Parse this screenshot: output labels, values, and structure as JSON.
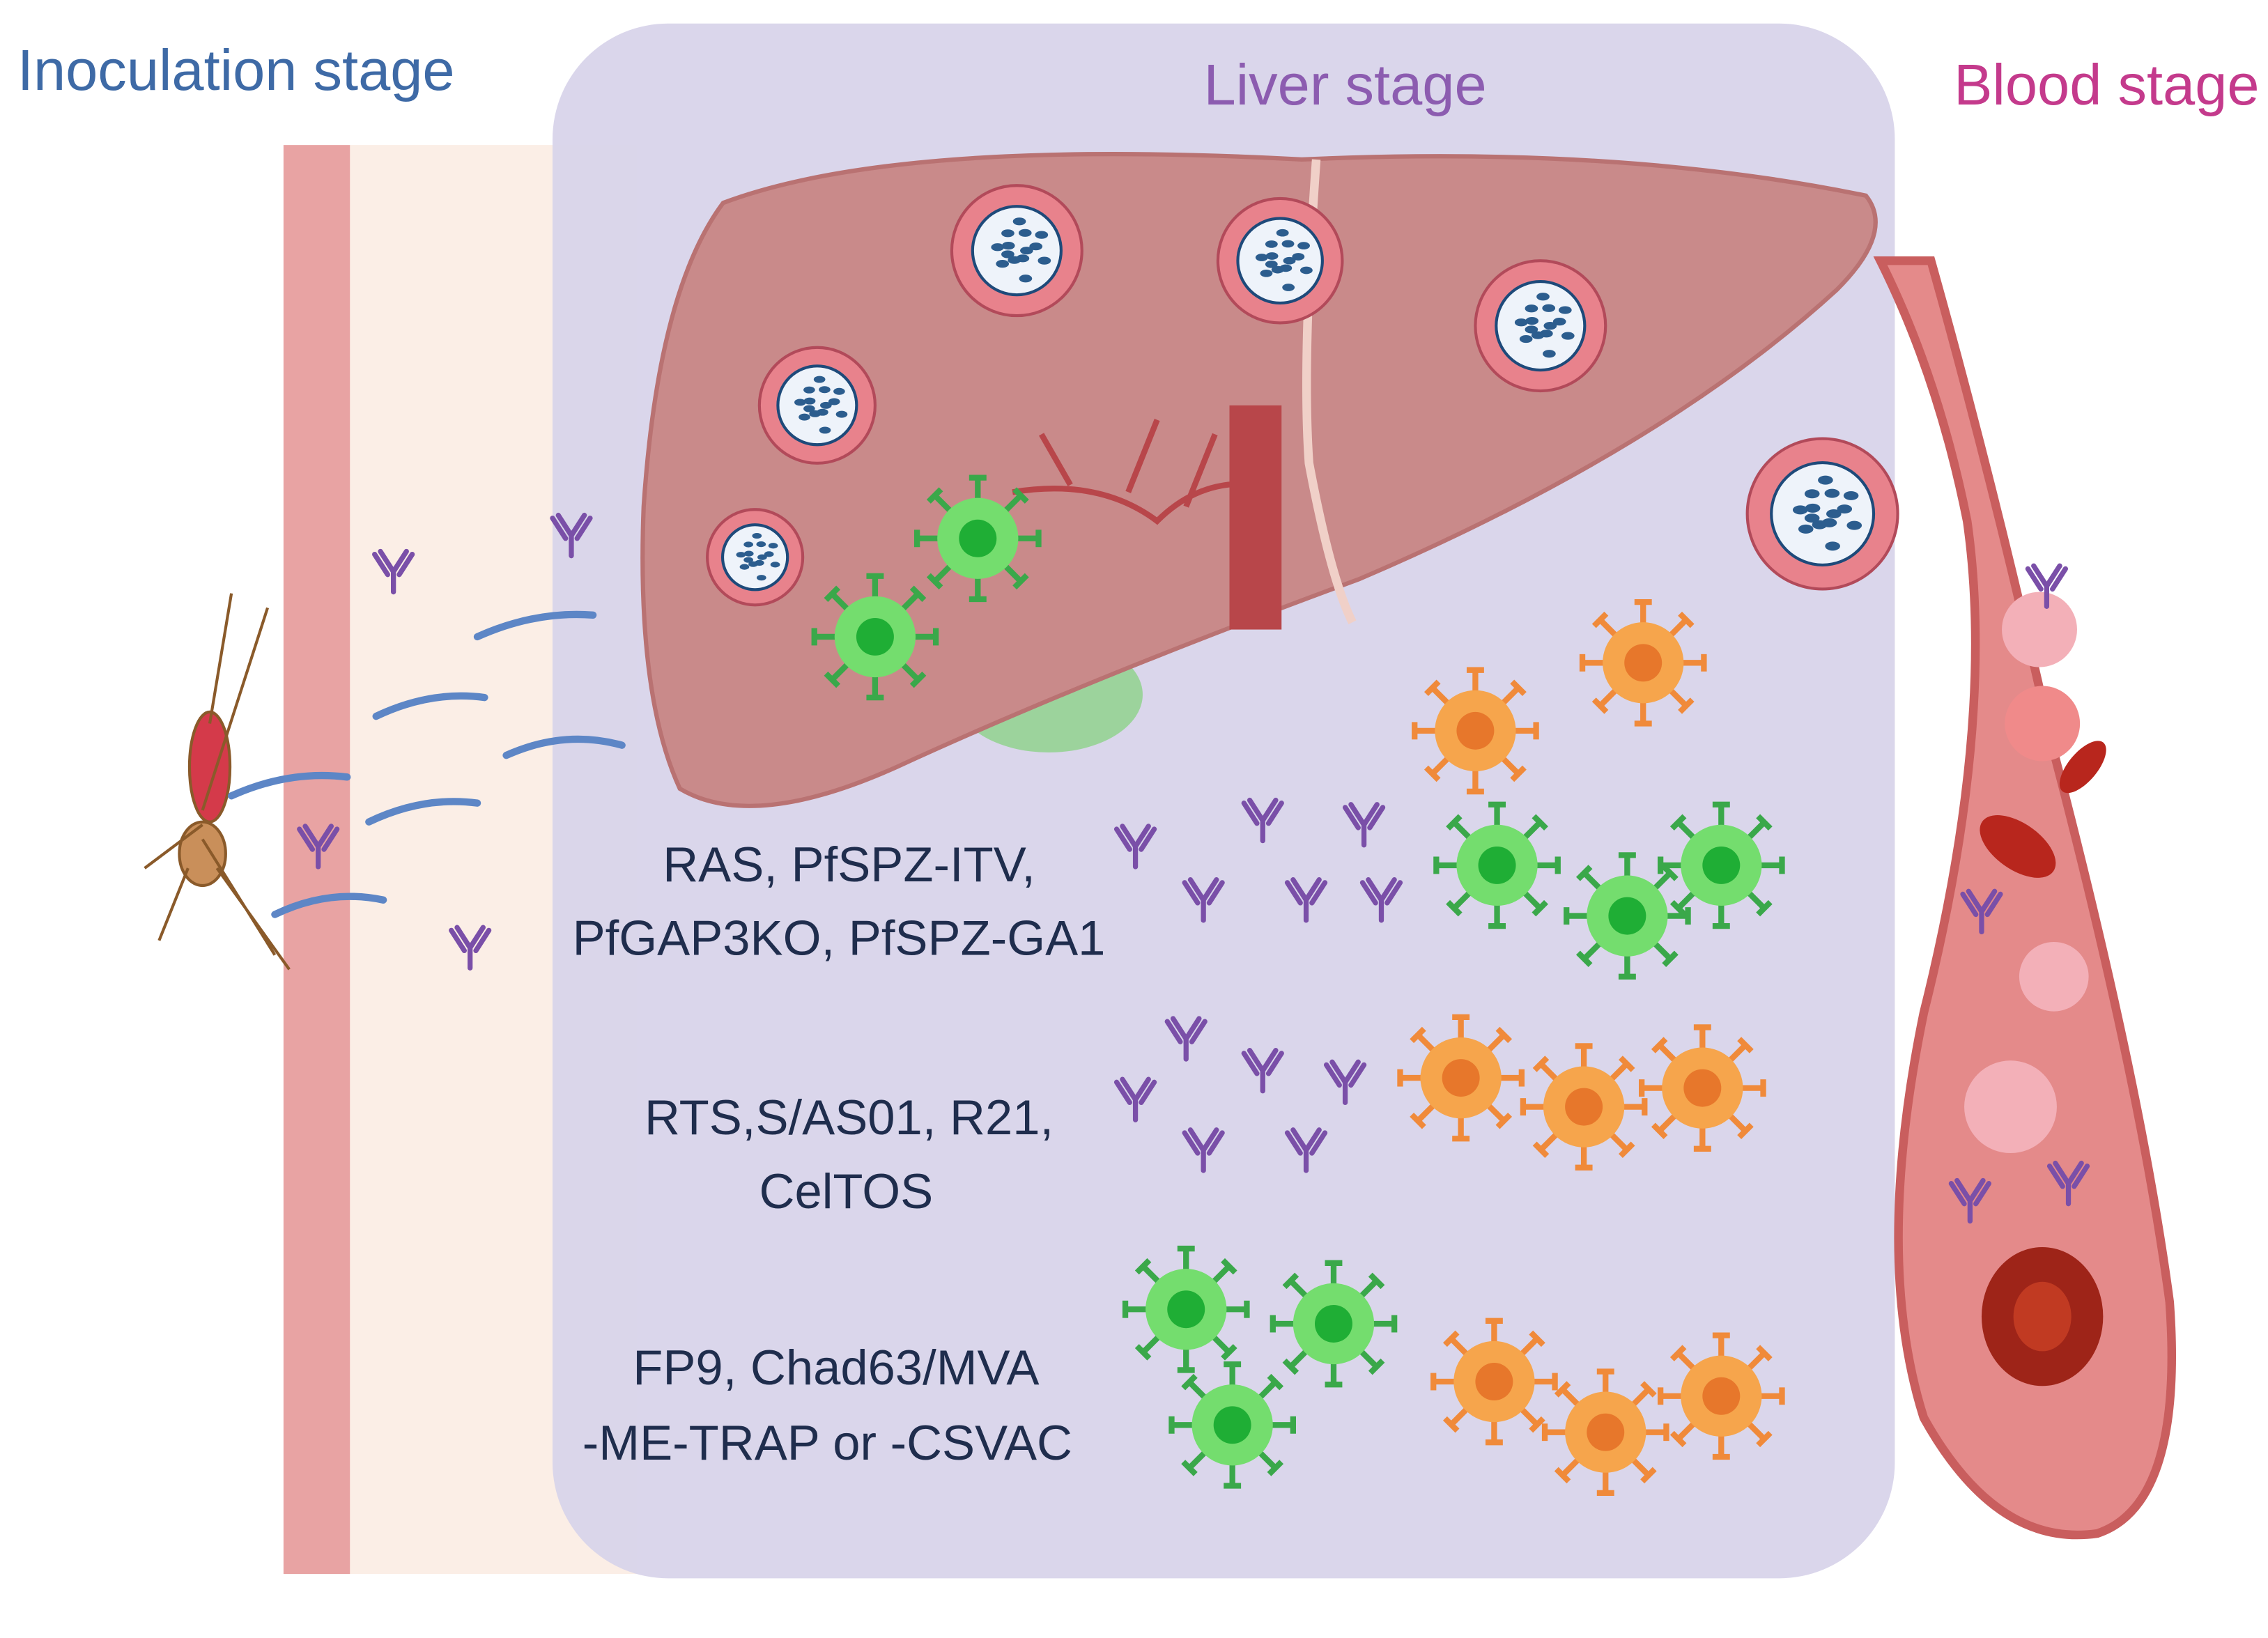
{
  "titles": {
    "inoculation": "Inoculation stage",
    "liver": "Liver stage",
    "blood": "Blood stage"
  },
  "vaccine_groups": [
    {
      "line1": "RAS, PfSPZ-ITV,",
      "line2": "PfGAP3KO, PfSPZ-GA1"
    },
    {
      "line1": "RTS,S/AS01, R21,",
      "line2": "CelTOS"
    },
    {
      "line1": "FP9, Chad63/MVA",
      "line2": "-ME-TRAP or -CSVAC"
    }
  ],
  "colors": {
    "inoculation_title": "#3e6aa6",
    "liver_title": "#8c5cb0",
    "blood_title": "#c43a8c",
    "panel": "#d8d4ea",
    "t_cell": "#74dd6e",
    "t_cell_core": "#1fae35",
    "orange_cell": "#f6a54c",
    "orange_core": "#e7772b",
    "antibody": "#7a4fa8",
    "sporozoite": "#5d86c6"
  }
}
